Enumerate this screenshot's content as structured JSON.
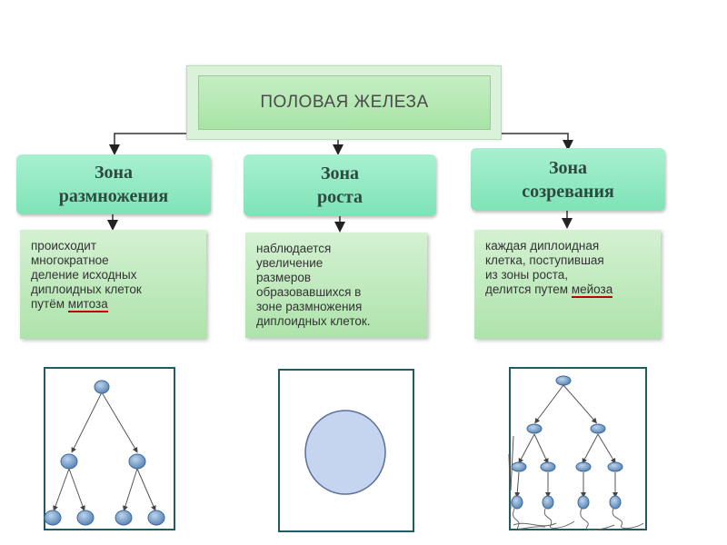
{
  "title": "ПОЛОВАЯ ЖЕЛЕЗА",
  "zones": [
    {
      "title_line1": "Зона",
      "title_line2": "размножения",
      "desc_lines": [
        "происходит",
        "многократное",
        "деление исходных",
        "диплоидных клеток"
      ],
      "desc_prefix": "путём ",
      "desc_term": "митоза"
    },
    {
      "title_line1": "Зона",
      "title_line2": "роста",
      "desc_lines": [
        "наблюдается",
        "увеличение",
        "размеров",
        "образовавшихся в",
        "зоне размножения",
        "диплоидных клеток."
      ]
    },
    {
      "title_line1": "Зона",
      "title_line2": "созревания",
      "desc_lines": [
        "каждая диплоидная",
        "клетка, поступившая",
        "из зоны роста,"
      ],
      "desc_prefix": "делится путем ",
      "desc_term": "мейоза"
    }
  ],
  "colors": {
    "zone_fill": "#8ee8c0",
    "desc_fill": "#c3ecc0",
    "frame_border": "#1f5b63",
    "cell_fill": "#6f97bf",
    "large_cell_fill": "#c5d4ef",
    "underline": "#c00000"
  }
}
